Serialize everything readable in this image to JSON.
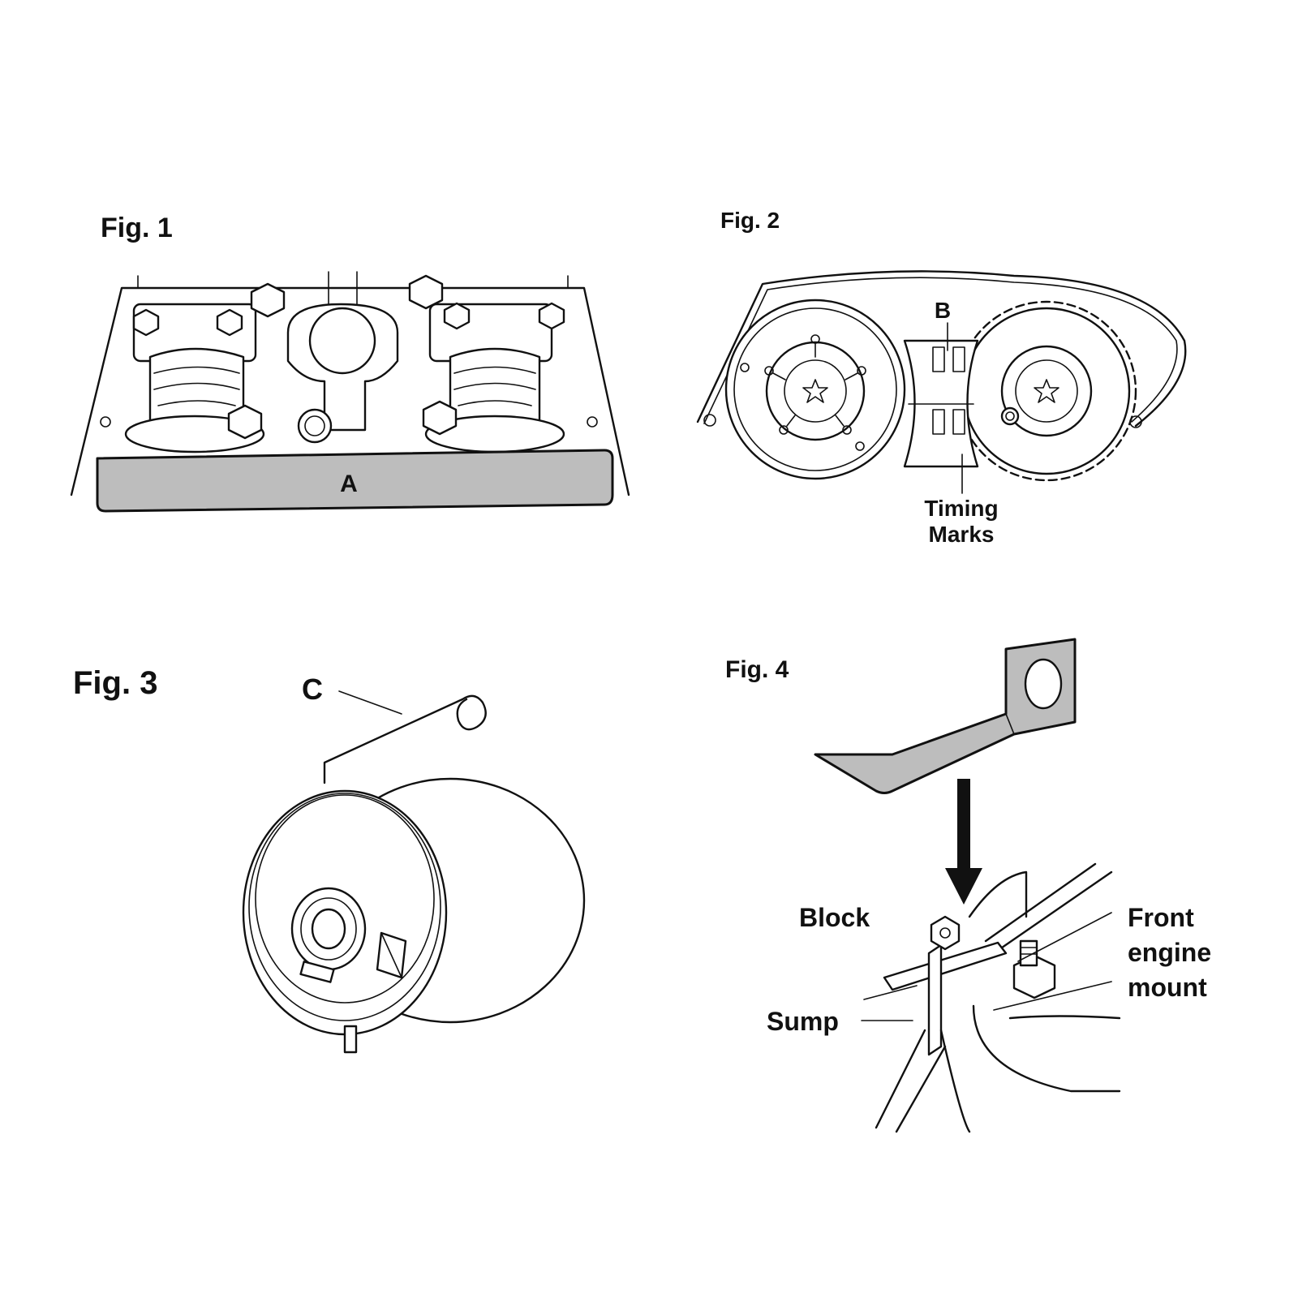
{
  "figures": {
    "fig1": {
      "title": "Fig. 1",
      "tool_label": "A"
    },
    "fig2": {
      "title": "Fig. 2",
      "tool_label": "B",
      "marks_line1": "Timing",
      "marks_line2": "Marks"
    },
    "fig3": {
      "title": "Fig. 3",
      "tool_label": "C"
    },
    "fig4": {
      "title": "Fig. 4",
      "label_block": "Block",
      "label_sump": "Sump",
      "label_mount_line1": "Front",
      "label_mount_line2": "engine",
      "label_mount_line3": "mount"
    }
  },
  "colors": {
    "line": "#111111",
    "tool_fill": "#bdbdbd",
    "background": "#ffffff"
  }
}
